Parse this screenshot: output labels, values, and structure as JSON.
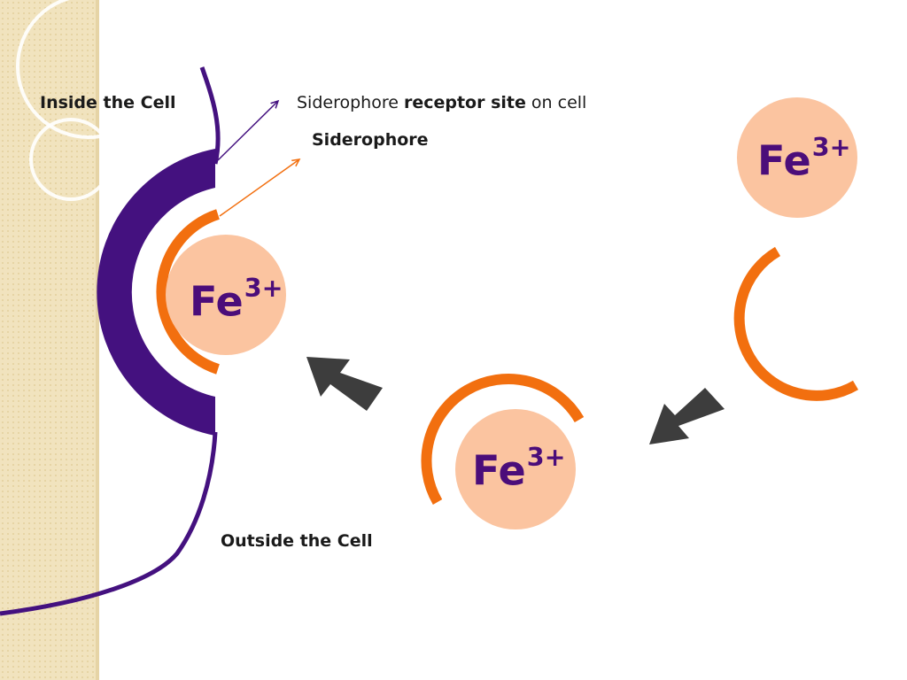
{
  "labels": {
    "inside": "Inside the Cell",
    "receptor_pre": "Siderophore ",
    "receptor_bold": "receptor site",
    "receptor_post": " on cell",
    "siderophore": "Siderophore",
    "outside": "Outside the Cell"
  },
  "ion": {
    "symbol": "Fe",
    "charge": "3+"
  },
  "colors": {
    "membrane": "#44117f",
    "siderophore": "#f26f0f",
    "iron": "#fbc4a0",
    "arrow": "#3d3d3d",
    "text_fe": "#4b0d7a",
    "side_panel": "#f1e3be"
  }
}
